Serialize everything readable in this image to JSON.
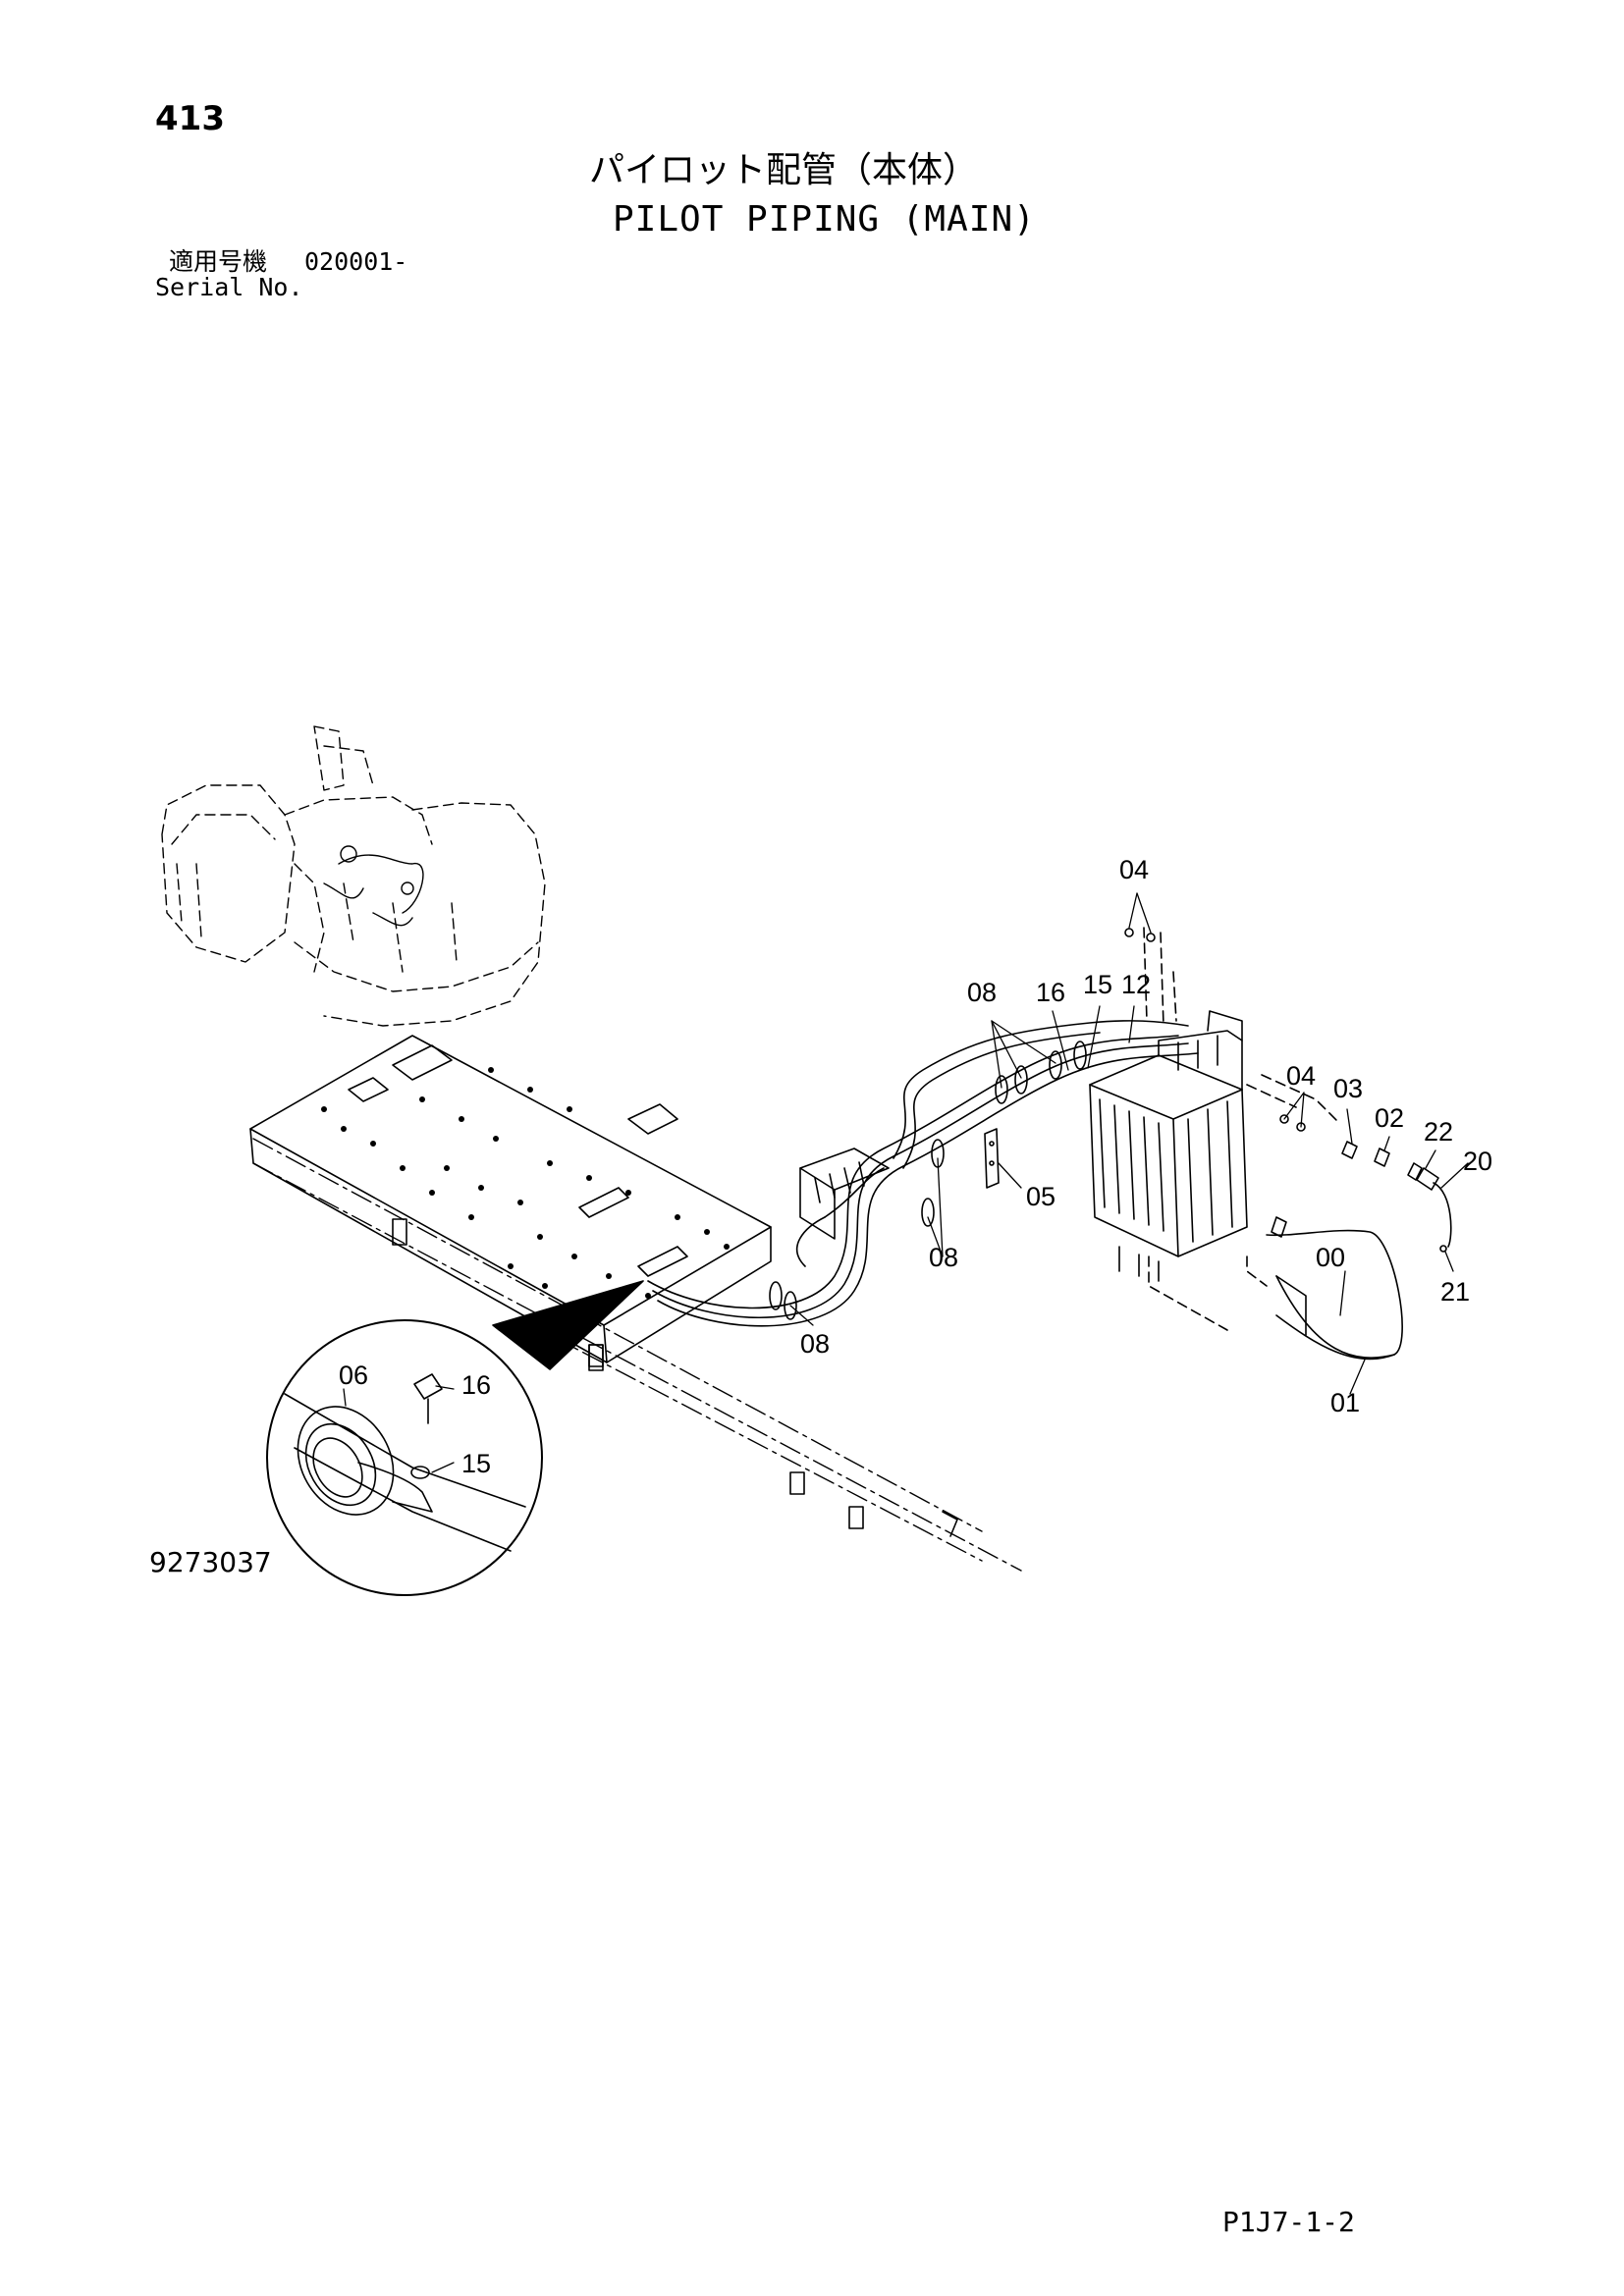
{
  "page_number": "413",
  "title_jp": "パイロット配管（本体）",
  "title_en": "PILOT PIPING (MAIN)",
  "serial_label_jp": "適用号機",
  "serial_from": "020001-",
  "serial_label_en": "Serial No.",
  "drawing_number": "9273037",
  "page_code": "P1J7-1-2",
  "callouts": {
    "c04a": "04",
    "c08a": "08",
    "c16a": "16",
    "c15a": "15",
    "c12": "12",
    "c04b": "04",
    "c03": "03",
    "c02": "02",
    "c22": "22",
    "c20": "20",
    "c05": "05",
    "c00": "00",
    "c21": "21",
    "c08b": "08",
    "c08c": "08",
    "c01": "01",
    "c06": "06",
    "c16b": "16",
    "c15b": "15"
  }
}
